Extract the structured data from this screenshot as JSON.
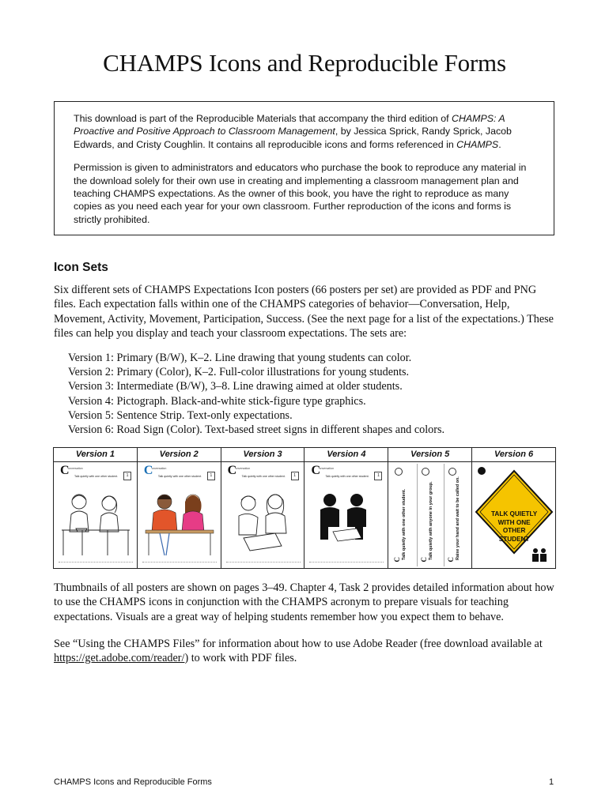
{
  "title": "CHAMPS Icons and Reproducible Forms",
  "notice": {
    "p1_a": "This download is part of the Reproducible Materials that accompany the third edition of ",
    "p1_book": "CHAMPS: A Proactive and Positive Approach to Classroom Management",
    "p1_b": ", by Jessica Sprick, Randy Sprick, Jacob Edwards, and Cristy Coughlin. It contains all reproducible icons and forms referenced in ",
    "p1_champs": "CHAMPS",
    "p1_c": ".",
    "p2": "Permission is given to administrators and educators who purchase the book to reproduce any material in the download solely for their own use in creating and implementing a classroom management plan and teaching CHAMPS expectations. As the owner of this book, you have the right to reproduce as many copies as you need each year for your own classroom. Further reproduction of the icons and forms is strictly prohibited."
  },
  "section_heading": "Icon Sets",
  "intro": "Six different sets of CHAMPS Expectations Icon posters (66 posters per set) are provided as PDF and PNG files. Each expectation falls within one of the CHAMPS categories of behavior—Conversation, Help, Movement, Activity, Movement, Participation, Success. (See the next page for a list of the expectations.) These files can help you display and teach your classroom expectations. The sets are:",
  "versions": [
    "Version 1: Primary (B/W), K–2. Line drawing that young students can color.",
    "Version 2: Primary (Color), K–2. Full-color illustrations for young students.",
    "Version 3: Intermediate (B/W), 3–8. Line drawing aimed at older students.",
    "Version 4: Pictograph. Black-and-white stick-figure type graphics.",
    "Version 5: Sentence Strip. Text-only expectations.",
    "Version 6: Road Sign (Color). Text-based street signs in different shapes and colors."
  ],
  "thumbnails": {
    "headers": [
      "Version 1",
      "Version 2",
      "Version 3",
      "Version 4",
      "Version 5",
      "Version 6"
    ],
    "c_label": "onversation",
    "thumb_caption": "Talk quietly with one other student.",
    "thumb_number": "1",
    "strip_texts": [
      "Talk quietly with one other student.",
      "Talk quietly with anyone in your group.",
      "Raise your hand and wait to be called on."
    ],
    "strip_c": "C",
    "sign_text": "TALK QUIETLY WITH ONE OTHER STUDENT",
    "sign_color": "#f5c400"
  },
  "caption": "Thumbnails of all posters are shown on pages 3–49. Chapter 4, Task 2 provides detailed information about how to use the CHAMPS icons in conjunction with the CHAMPS acronym to prepare visuals for teaching expectations. Visuals are a great way of helping students remember how you expect them to behave.",
  "see": {
    "a": "See “Using the CHAMPS Files” for information about how to use Adobe Reader (free download available at ",
    "link": "https://get.adobe.com/reader/",
    "b": ") to work with PDF files."
  },
  "footer": {
    "left": "CHAMPS Icons and Reproducible Forms",
    "page": "1"
  }
}
